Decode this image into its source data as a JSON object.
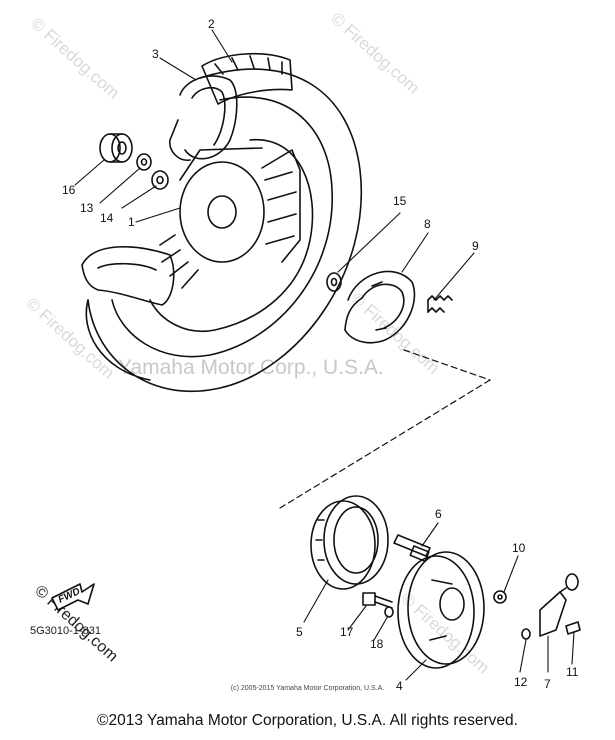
{
  "diagram": {
    "callouts": [
      "1",
      "2",
      "3",
      "4",
      "5",
      "6",
      "7",
      "8",
      "9",
      "10",
      "11",
      "12",
      "13",
      "14",
      "15",
      "16",
      "17",
      "18"
    ],
    "fwd_label": "FWD",
    "diagram_code": "5G3010-1-831",
    "watermark_brand": "© Firedog.com",
    "watermark_corp": "Yamaha Motor Corp., U.S.A.",
    "small_copyright": "(c) 2005-2015 Yamaha Motor Corporation, U.S.A.",
    "copyright": "©2013 Yamaha Motor Corporation, U.S.A. All rights reserved."
  }
}
